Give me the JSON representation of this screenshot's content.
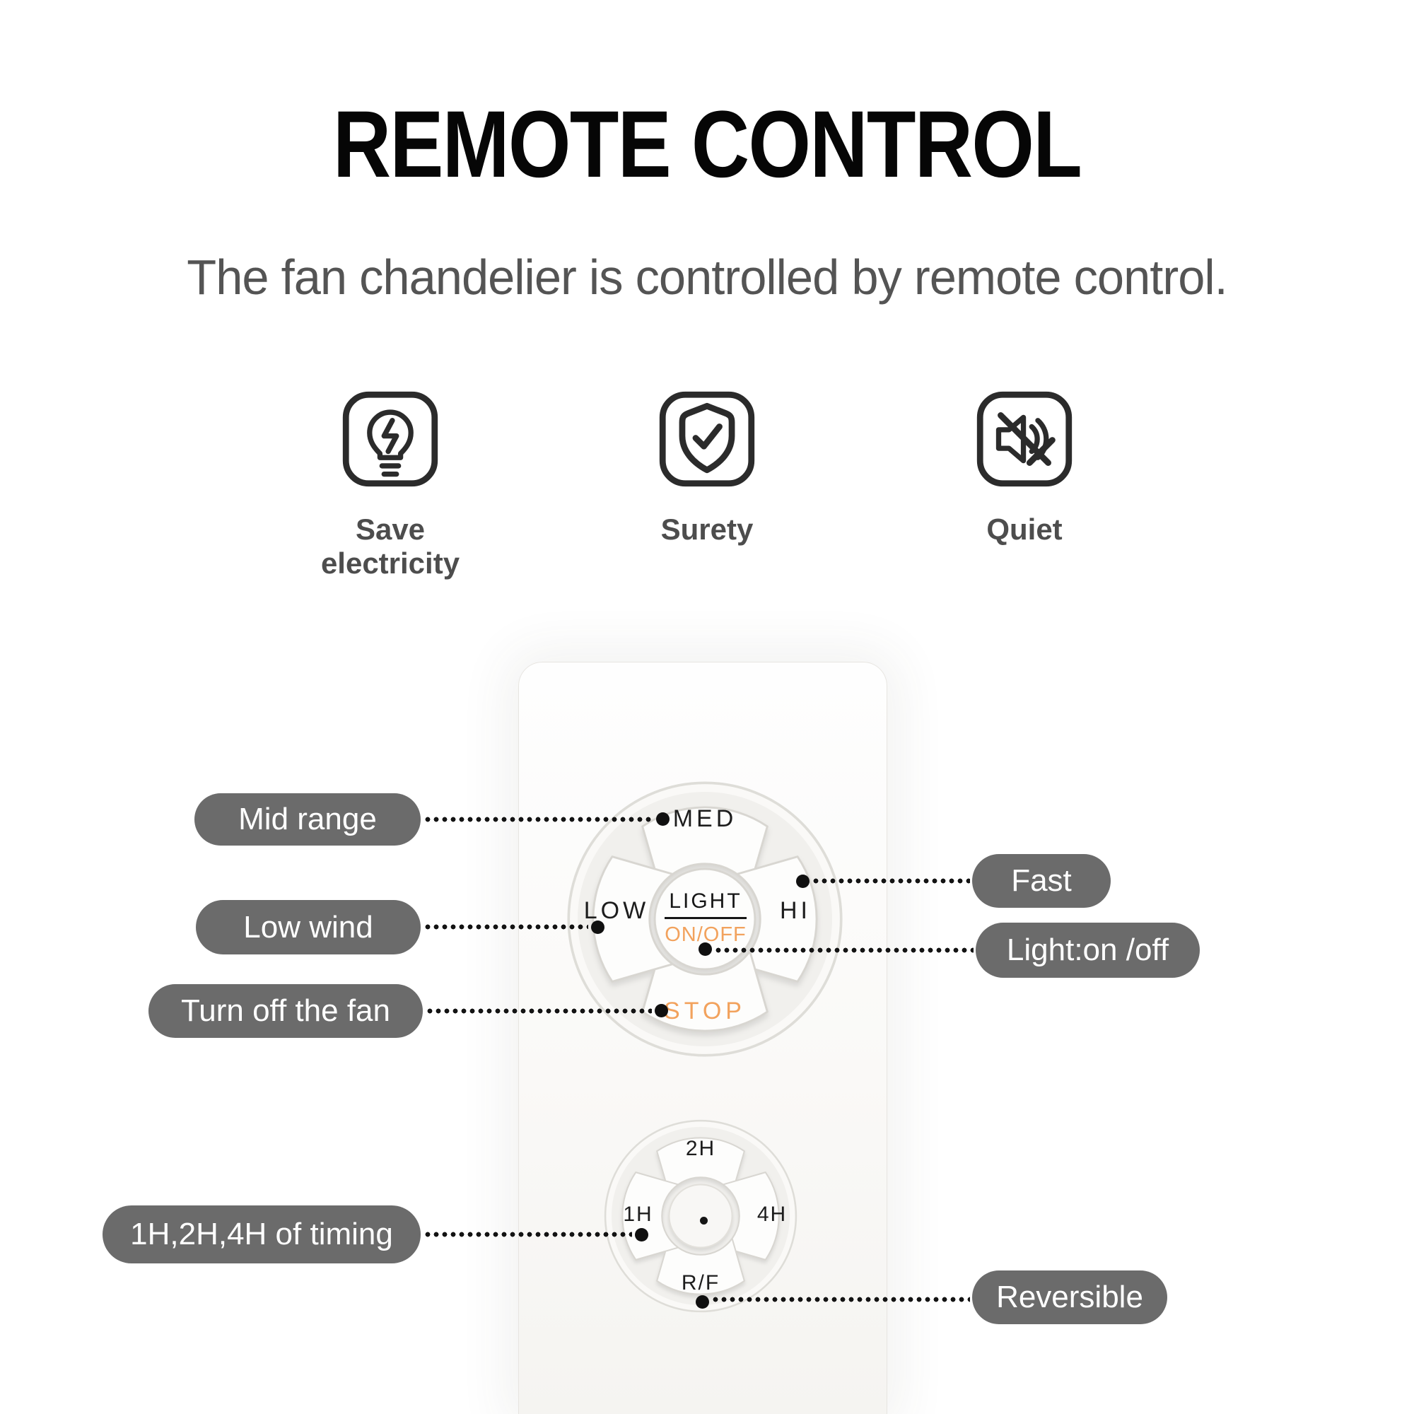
{
  "page": {
    "title": "REMOTE CONTROL",
    "subtitle": "The fan chandelier is controlled by remote control."
  },
  "features": [
    {
      "icon": "bulb-lightning-icon",
      "label": "Save electricity"
    },
    {
      "icon": "shield-check-icon",
      "label": "Surety"
    },
    {
      "icon": "speaker-mute-icon",
      "label": "Quiet"
    }
  ],
  "remote": {
    "top_pad": {
      "up": "MED",
      "left": "LOW",
      "right": "HI",
      "down": "STOP",
      "center_line1": "LIGHT",
      "center_line2": "ON/OFF"
    },
    "bottom_pad": {
      "up": "2H",
      "left": "1H",
      "right": "4H",
      "down": "R/F"
    }
  },
  "callouts": [
    {
      "id": "mid-range",
      "label": "Mid range"
    },
    {
      "id": "low-wind",
      "label": "Low wind"
    },
    {
      "id": "turn-off-fan",
      "label": "Turn off the fan"
    },
    {
      "id": "timing",
      "label": "1H,2H,4H of timing"
    },
    {
      "id": "fast",
      "label": "Fast"
    },
    {
      "id": "light-on-off",
      "label": "Light:on /off"
    },
    {
      "id": "reversible",
      "label": "Reversible"
    }
  ],
  "colors": {
    "accent_orange": "#f2a25d",
    "pill_gray": "#6b6b6b",
    "title_black": "#060606",
    "subtitle_gray": "#545454",
    "icon_charcoal": "#2b2b2b"
  }
}
